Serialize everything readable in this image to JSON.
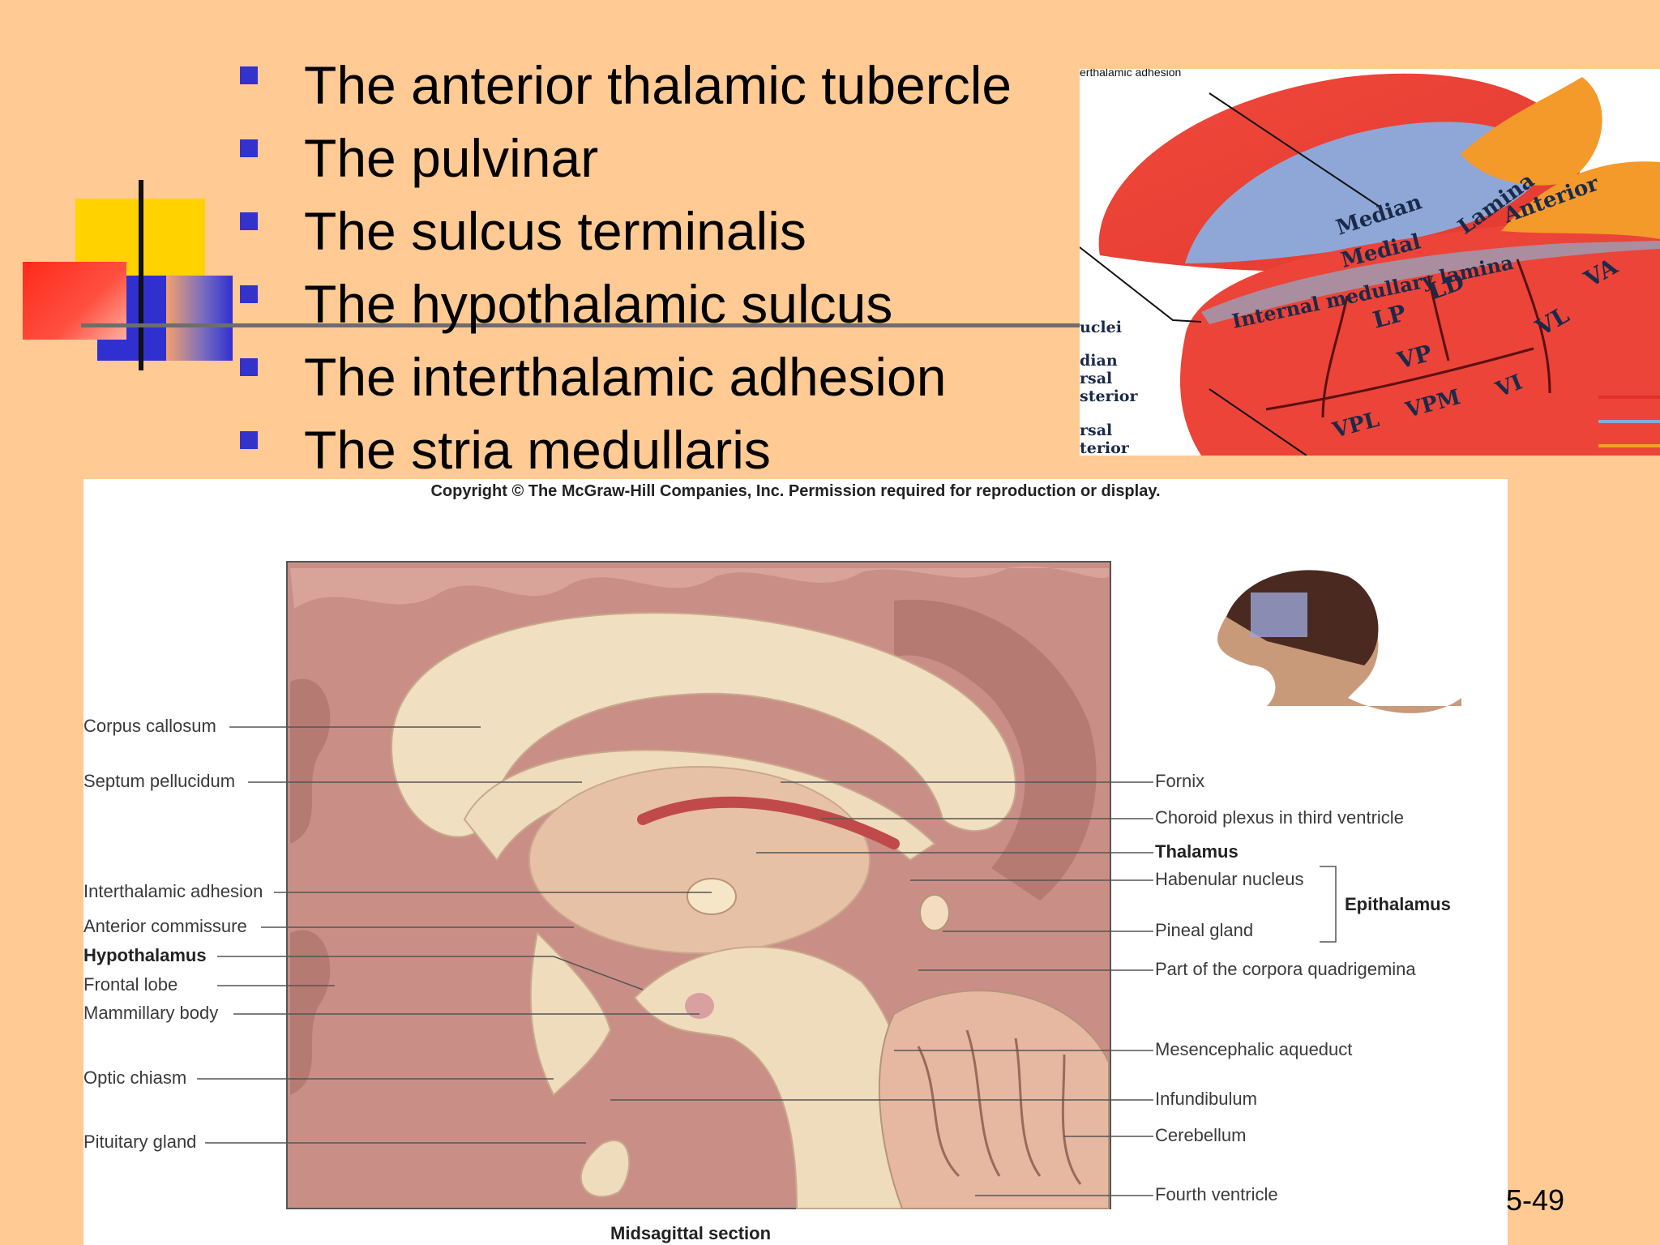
{
  "bullets": [
    "The anterior thalamic tubercle",
    "The pulvinar",
    "The sulcus terminalis",
    "The hypothalamic sulcus",
    "The interthalamic adhesion",
    "The stria medullaris"
  ],
  "thalamus_figure": {
    "top_label": "erthalamic adhesion",
    "regions": [
      "Median",
      "Medial",
      "Lamina",
      "Anterior",
      "Internal medullary lamina",
      "LD",
      "LP",
      "VA",
      "VL",
      "VP",
      "VPL",
      "VPM",
      "VI"
    ],
    "side_labels": [
      "uclei",
      "dian",
      "rsal",
      "sterior",
      "rsal",
      "terior"
    ]
  },
  "brain_figure": {
    "copyright": "Copyright © The McGraw-Hill Companies, Inc. Permission required for reproduction or display.",
    "caption": "Midsagittal section",
    "left_labels": [
      "Corpus callosum",
      "Septum pellucidum",
      "Interthalamic adhesion",
      "Anterior commissure",
      "Hypothalamus",
      "Frontal lobe",
      "Mammillary body",
      "Optic chiasm",
      "Pituitary gland"
    ],
    "right_labels": [
      "Fornix",
      "Choroid plexus in third ventricle",
      "Thalamus",
      "Habenular nucleus",
      "Pineal gland",
      "Part of the corpora quadrigemina",
      "Mesencephalic aqueduct",
      "Infundibulum",
      "Cerebellum",
      "Fourth ventricle"
    ],
    "bracket_label": "Epithalamus"
  },
  "slide_number": "5-49",
  "colors": {
    "background": "#FFCA94",
    "bullet": "#3333CC",
    "deco_yellow": "#FFD200",
    "deco_red": "#FF2A1A",
    "deco_blue": "#3030D0"
  }
}
